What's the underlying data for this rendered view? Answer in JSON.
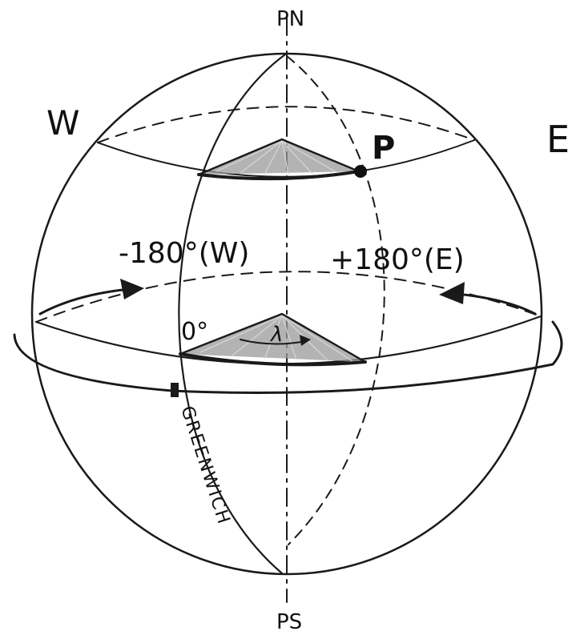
{
  "labels": {
    "north_pole": "PN",
    "south_pole": "PS",
    "west": "W",
    "east": "E",
    "point": "P",
    "west_longitude": "-180°(W)",
    "east_longitude": "+180°(E)",
    "zero_meridian": "0°",
    "lambda": "λ",
    "greenwich": "GREENWICH"
  },
  "colors": {
    "ink": "#1a1a1a",
    "shading": "#9a9a9a"
  }
}
